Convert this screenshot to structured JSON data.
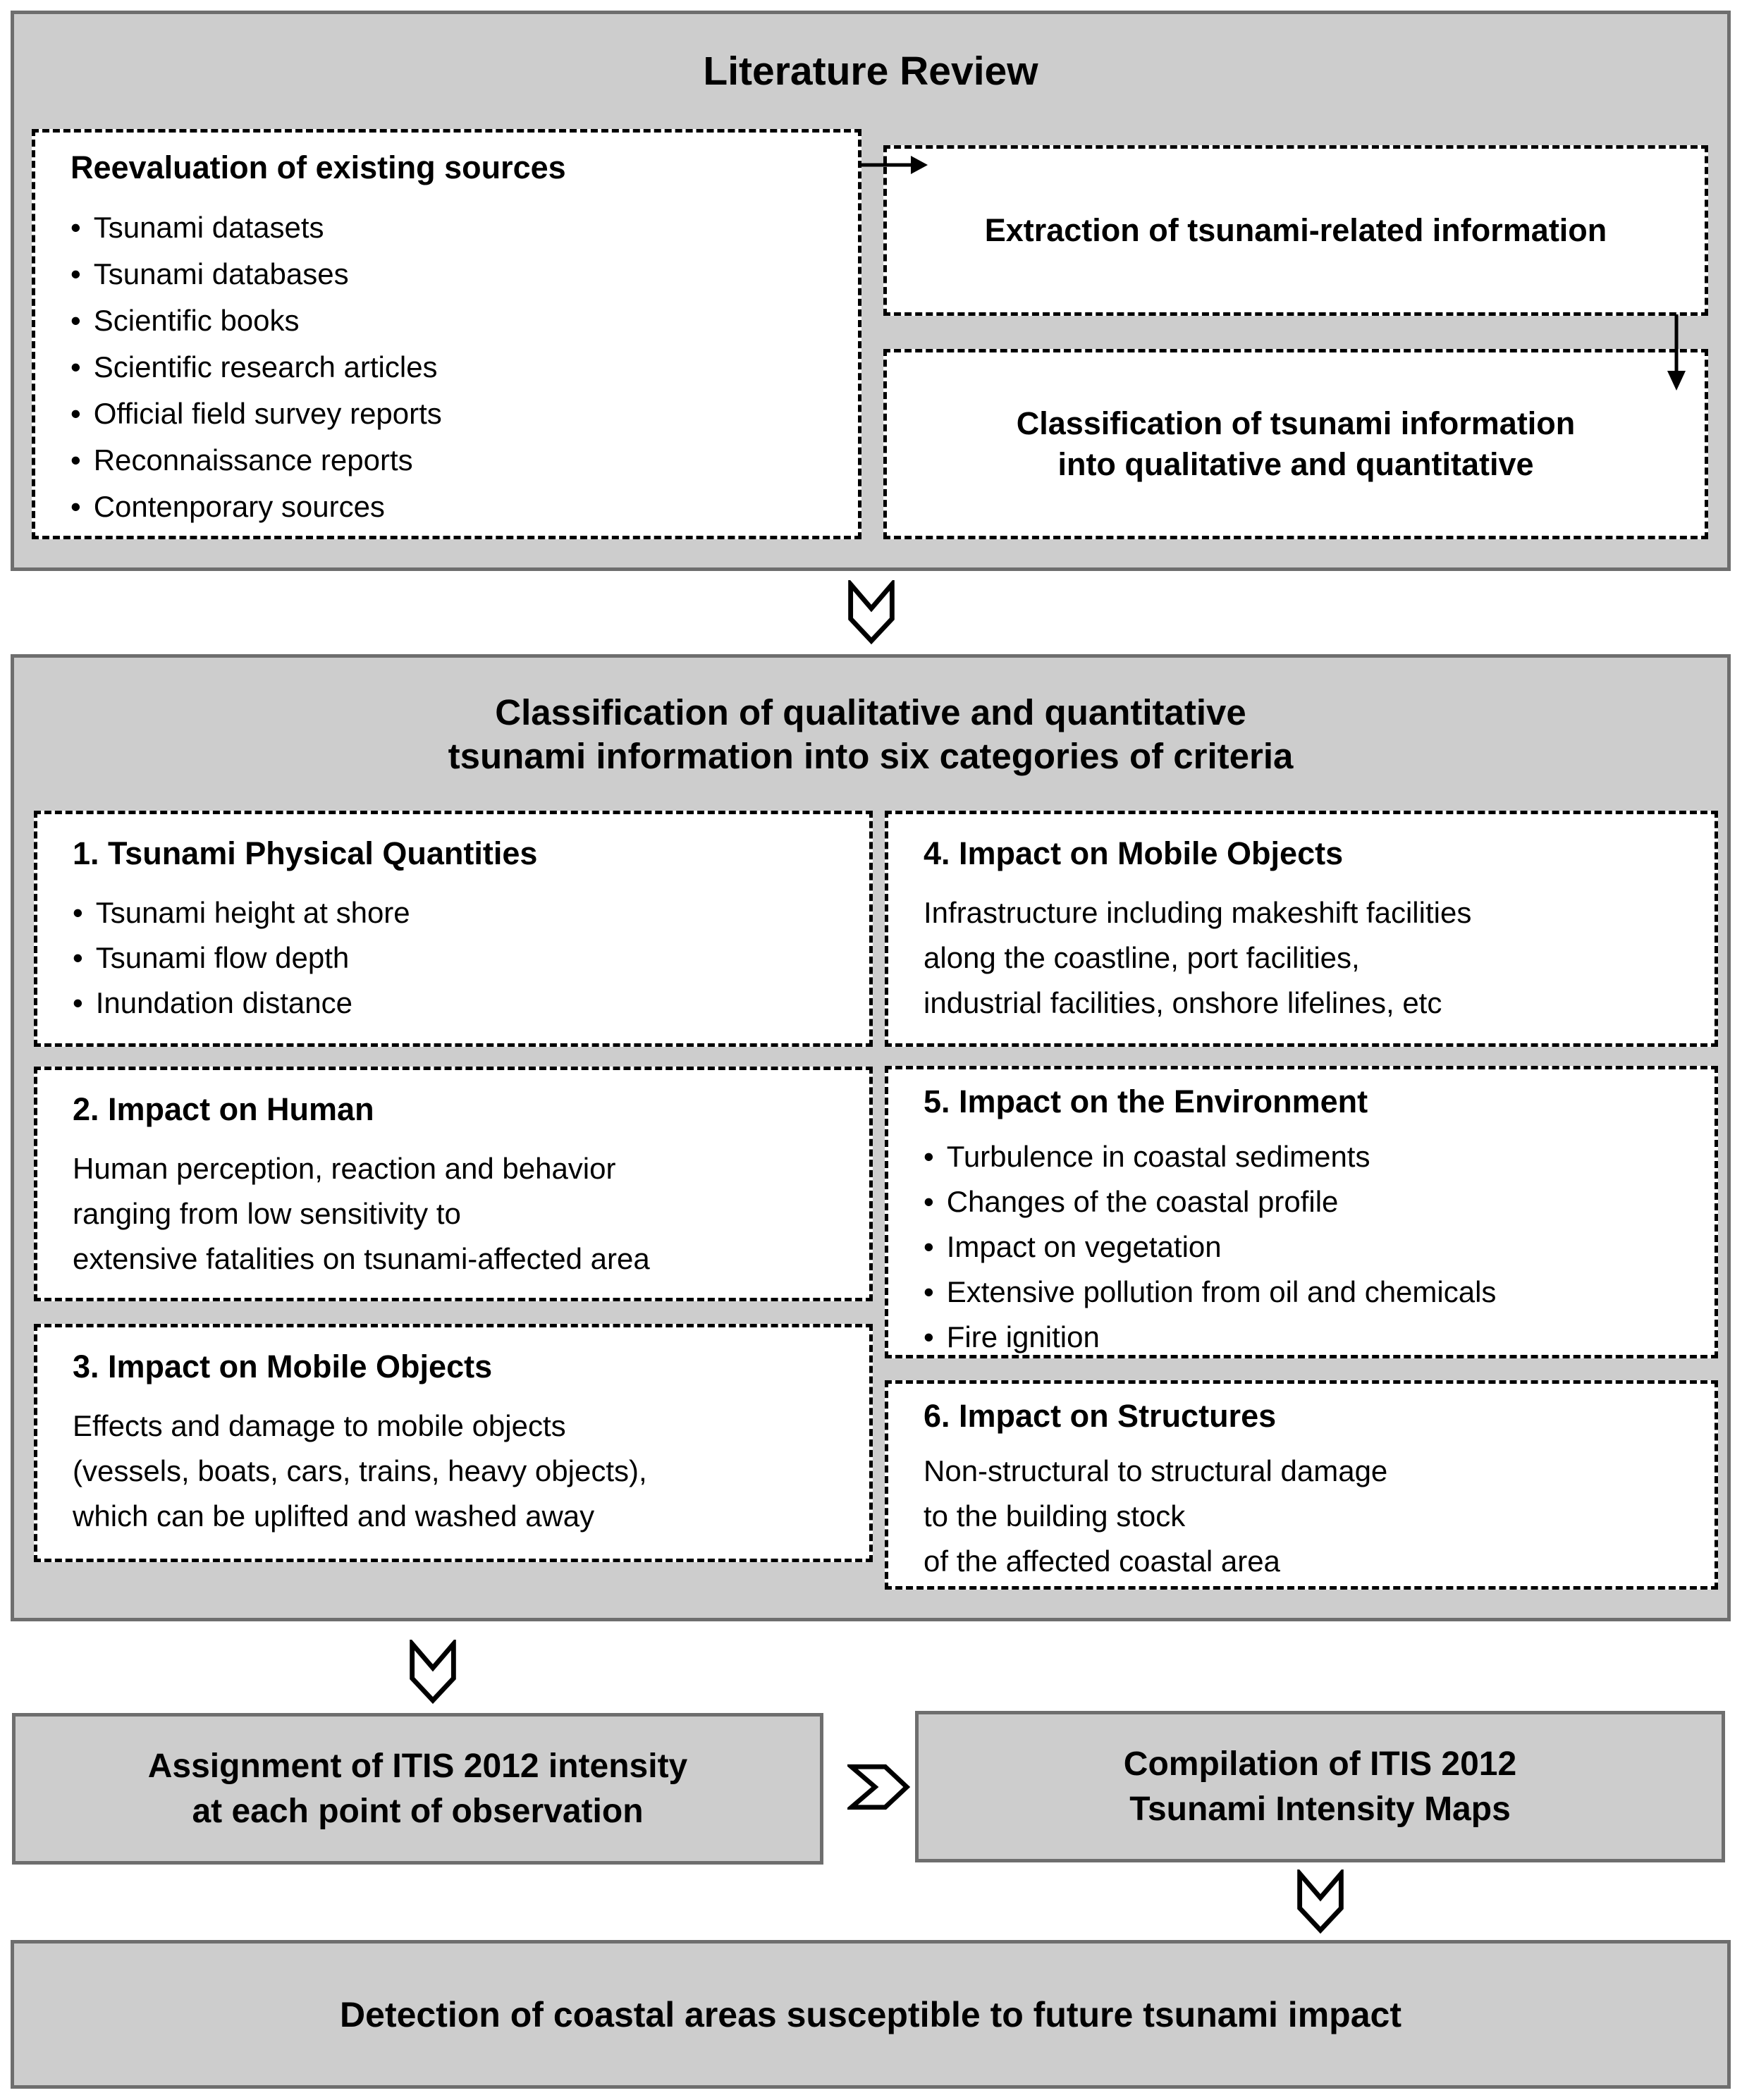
{
  "colors": {
    "section_fill": "#cdcdcd",
    "section_border": "#6e6e6e",
    "dashed_box_fill": "#ffffff",
    "dashed_box_border": "#000000",
    "text": "#000000"
  },
  "literature_review": {
    "title": "Literature Review",
    "sources_box": {
      "heading": "Reevaluation of existing sources",
      "bullets": [
        "Tsunami datasets",
        "Tsunami databases",
        "Scientific books",
        "Scientific research articles",
        "Official field survey reports",
        "Reconnaissance reports",
        "Contenporary sources"
      ]
    },
    "extraction_box": {
      "label": "Extraction of tsunami-related information"
    },
    "classification_box": {
      "line1": "Classification of tsunami information",
      "line2": "into qualitative and quantitative"
    }
  },
  "categories_section": {
    "title_line1": "Classification of qualitative and quantitative",
    "title_line2": "tsunami information into six categories of criteria",
    "boxes": [
      {
        "heading": "1. Tsunami Physical Quantities",
        "bullets": [
          "Tsunami height at shore",
          "Tsunami flow depth",
          "Inundation distance"
        ]
      },
      {
        "heading": "2. Impact on Human",
        "lines": [
          "Human perception, reaction and behavior",
          "ranging from low sensitivity to",
          "extensive fatalities on tsunami-affected area"
        ]
      },
      {
        "heading": "3. Impact on Mobile Objects",
        "lines": [
          "Effects and damage to mobile objects",
          "(vessels, boats, cars, trains, heavy objects),",
          "which can be uplifted and washed away"
        ]
      },
      {
        "heading": "4. Impact on Mobile Objects",
        "lines": [
          "Infrastructure including makeshift facilities",
          "along the coastline, port facilities,",
          "industrial facilities, onshore lifelines, etc"
        ]
      },
      {
        "heading": "5. Impact on the Environment",
        "bullets": [
          "Turbulence in coastal sediments",
          "Changes of the coastal profile",
          "Impact on vegetation",
          "Extensive pollution from oil and chemicals",
          "Fire ignition"
        ]
      },
      {
        "heading": "6. Impact on Structures",
        "lines": [
          "Non-structural to structural damage",
          "to the building stock",
          "of the affected coastal area"
        ]
      }
    ]
  },
  "assignment_box": {
    "line1": "Assignment of ITIS 2012 intensity",
    "line2": "at each point of observation"
  },
  "compilation_box": {
    "line1": "Compilation of ITIS 2012",
    "line2": "Tsunami Intensity Maps"
  },
  "detection_box": {
    "label": "Detection of coastal areas susceptible to future tsunami impact"
  }
}
